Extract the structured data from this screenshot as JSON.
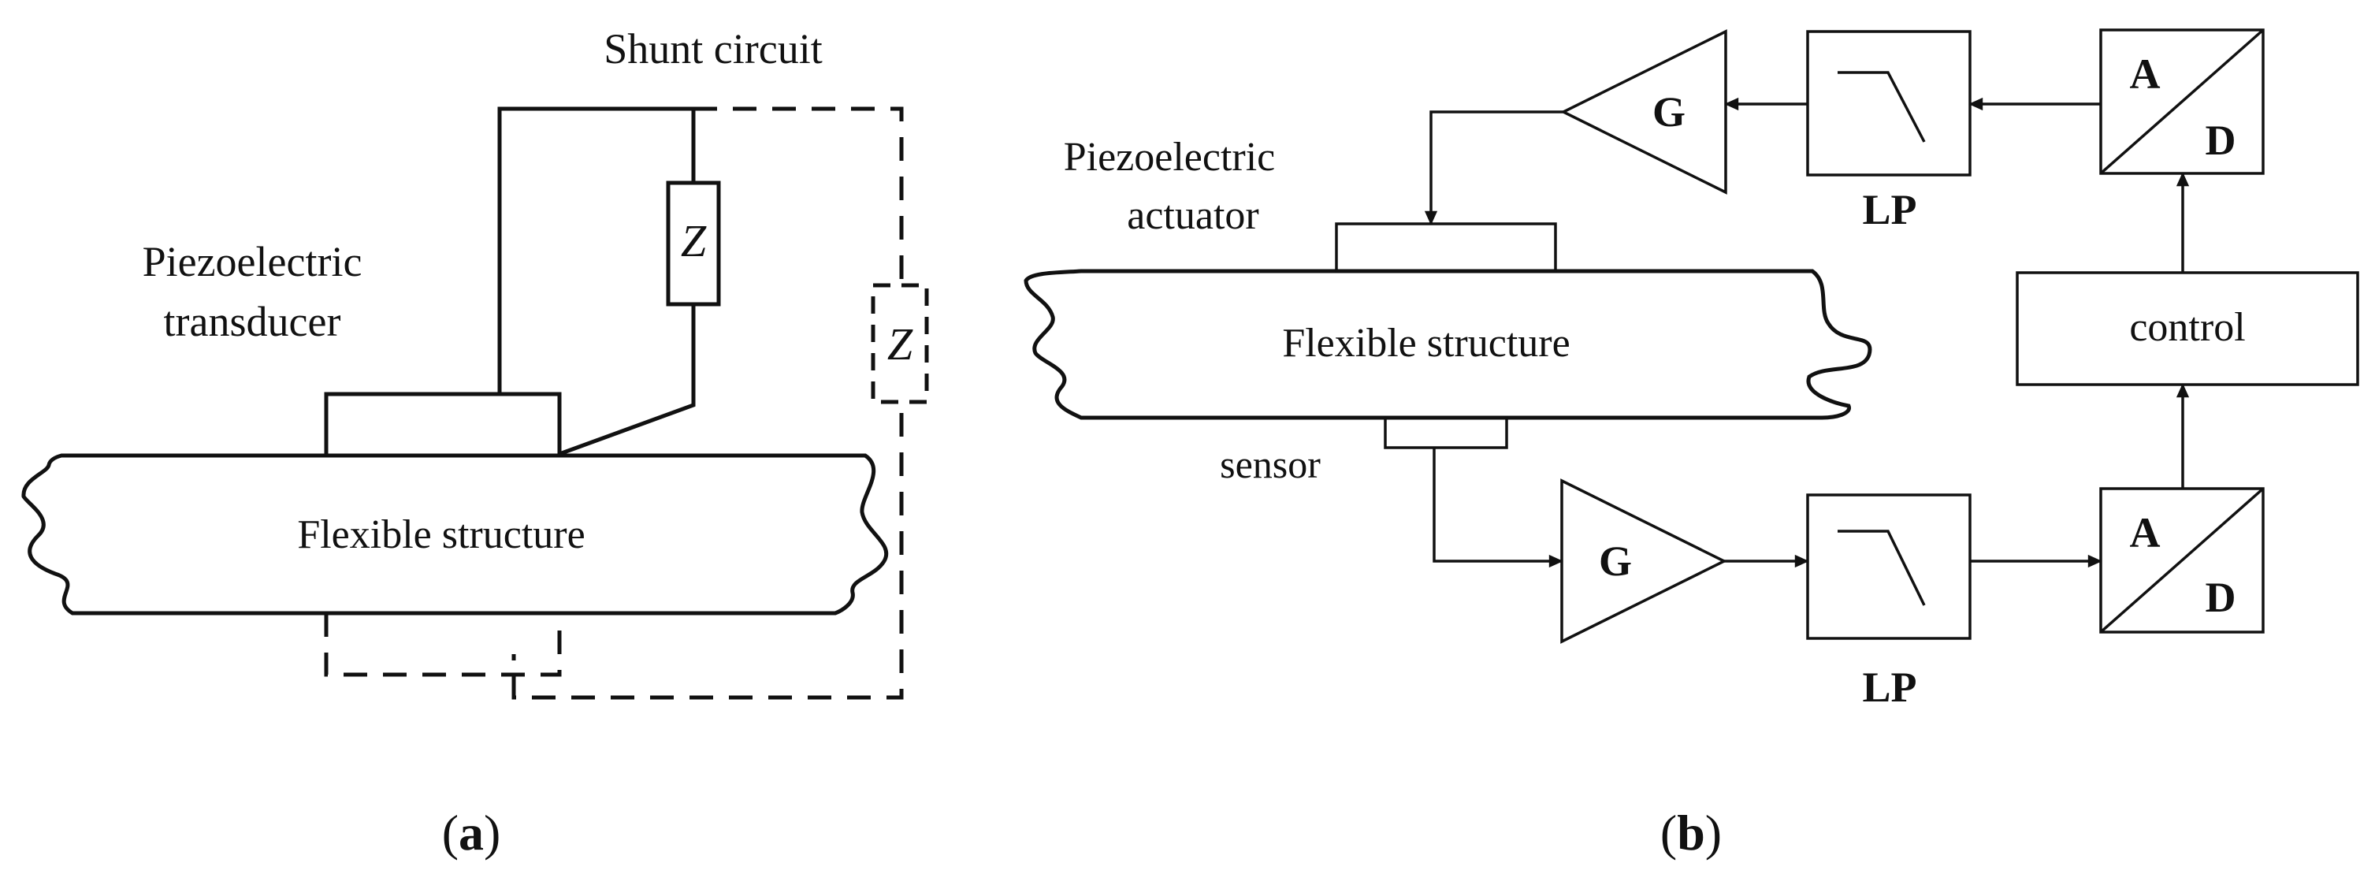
{
  "panel_a": {
    "shunt_label": "Shunt circuit",
    "transducer_label_1": "Piezoelectric",
    "transducer_label_2": "transducer",
    "impedance_label": "Z",
    "impedance_alt_label": "Z",
    "structure_label": "Flexible structure",
    "caption_letter": "a"
  },
  "panel_b": {
    "actuator_label_1": "Piezoelectric",
    "actuator_label_2": "actuator",
    "structure_label": "Flexible structure",
    "sensor_label": "sensor",
    "top_gain": "G",
    "bottom_gain": "G",
    "top_filter": "LP",
    "bottom_filter": "LP",
    "top_adc_a": "A",
    "top_adc_d": "D",
    "bottom_adc_a": "A",
    "bottom_adc_d": "D",
    "control_label": "control",
    "caption_letter": "b"
  }
}
